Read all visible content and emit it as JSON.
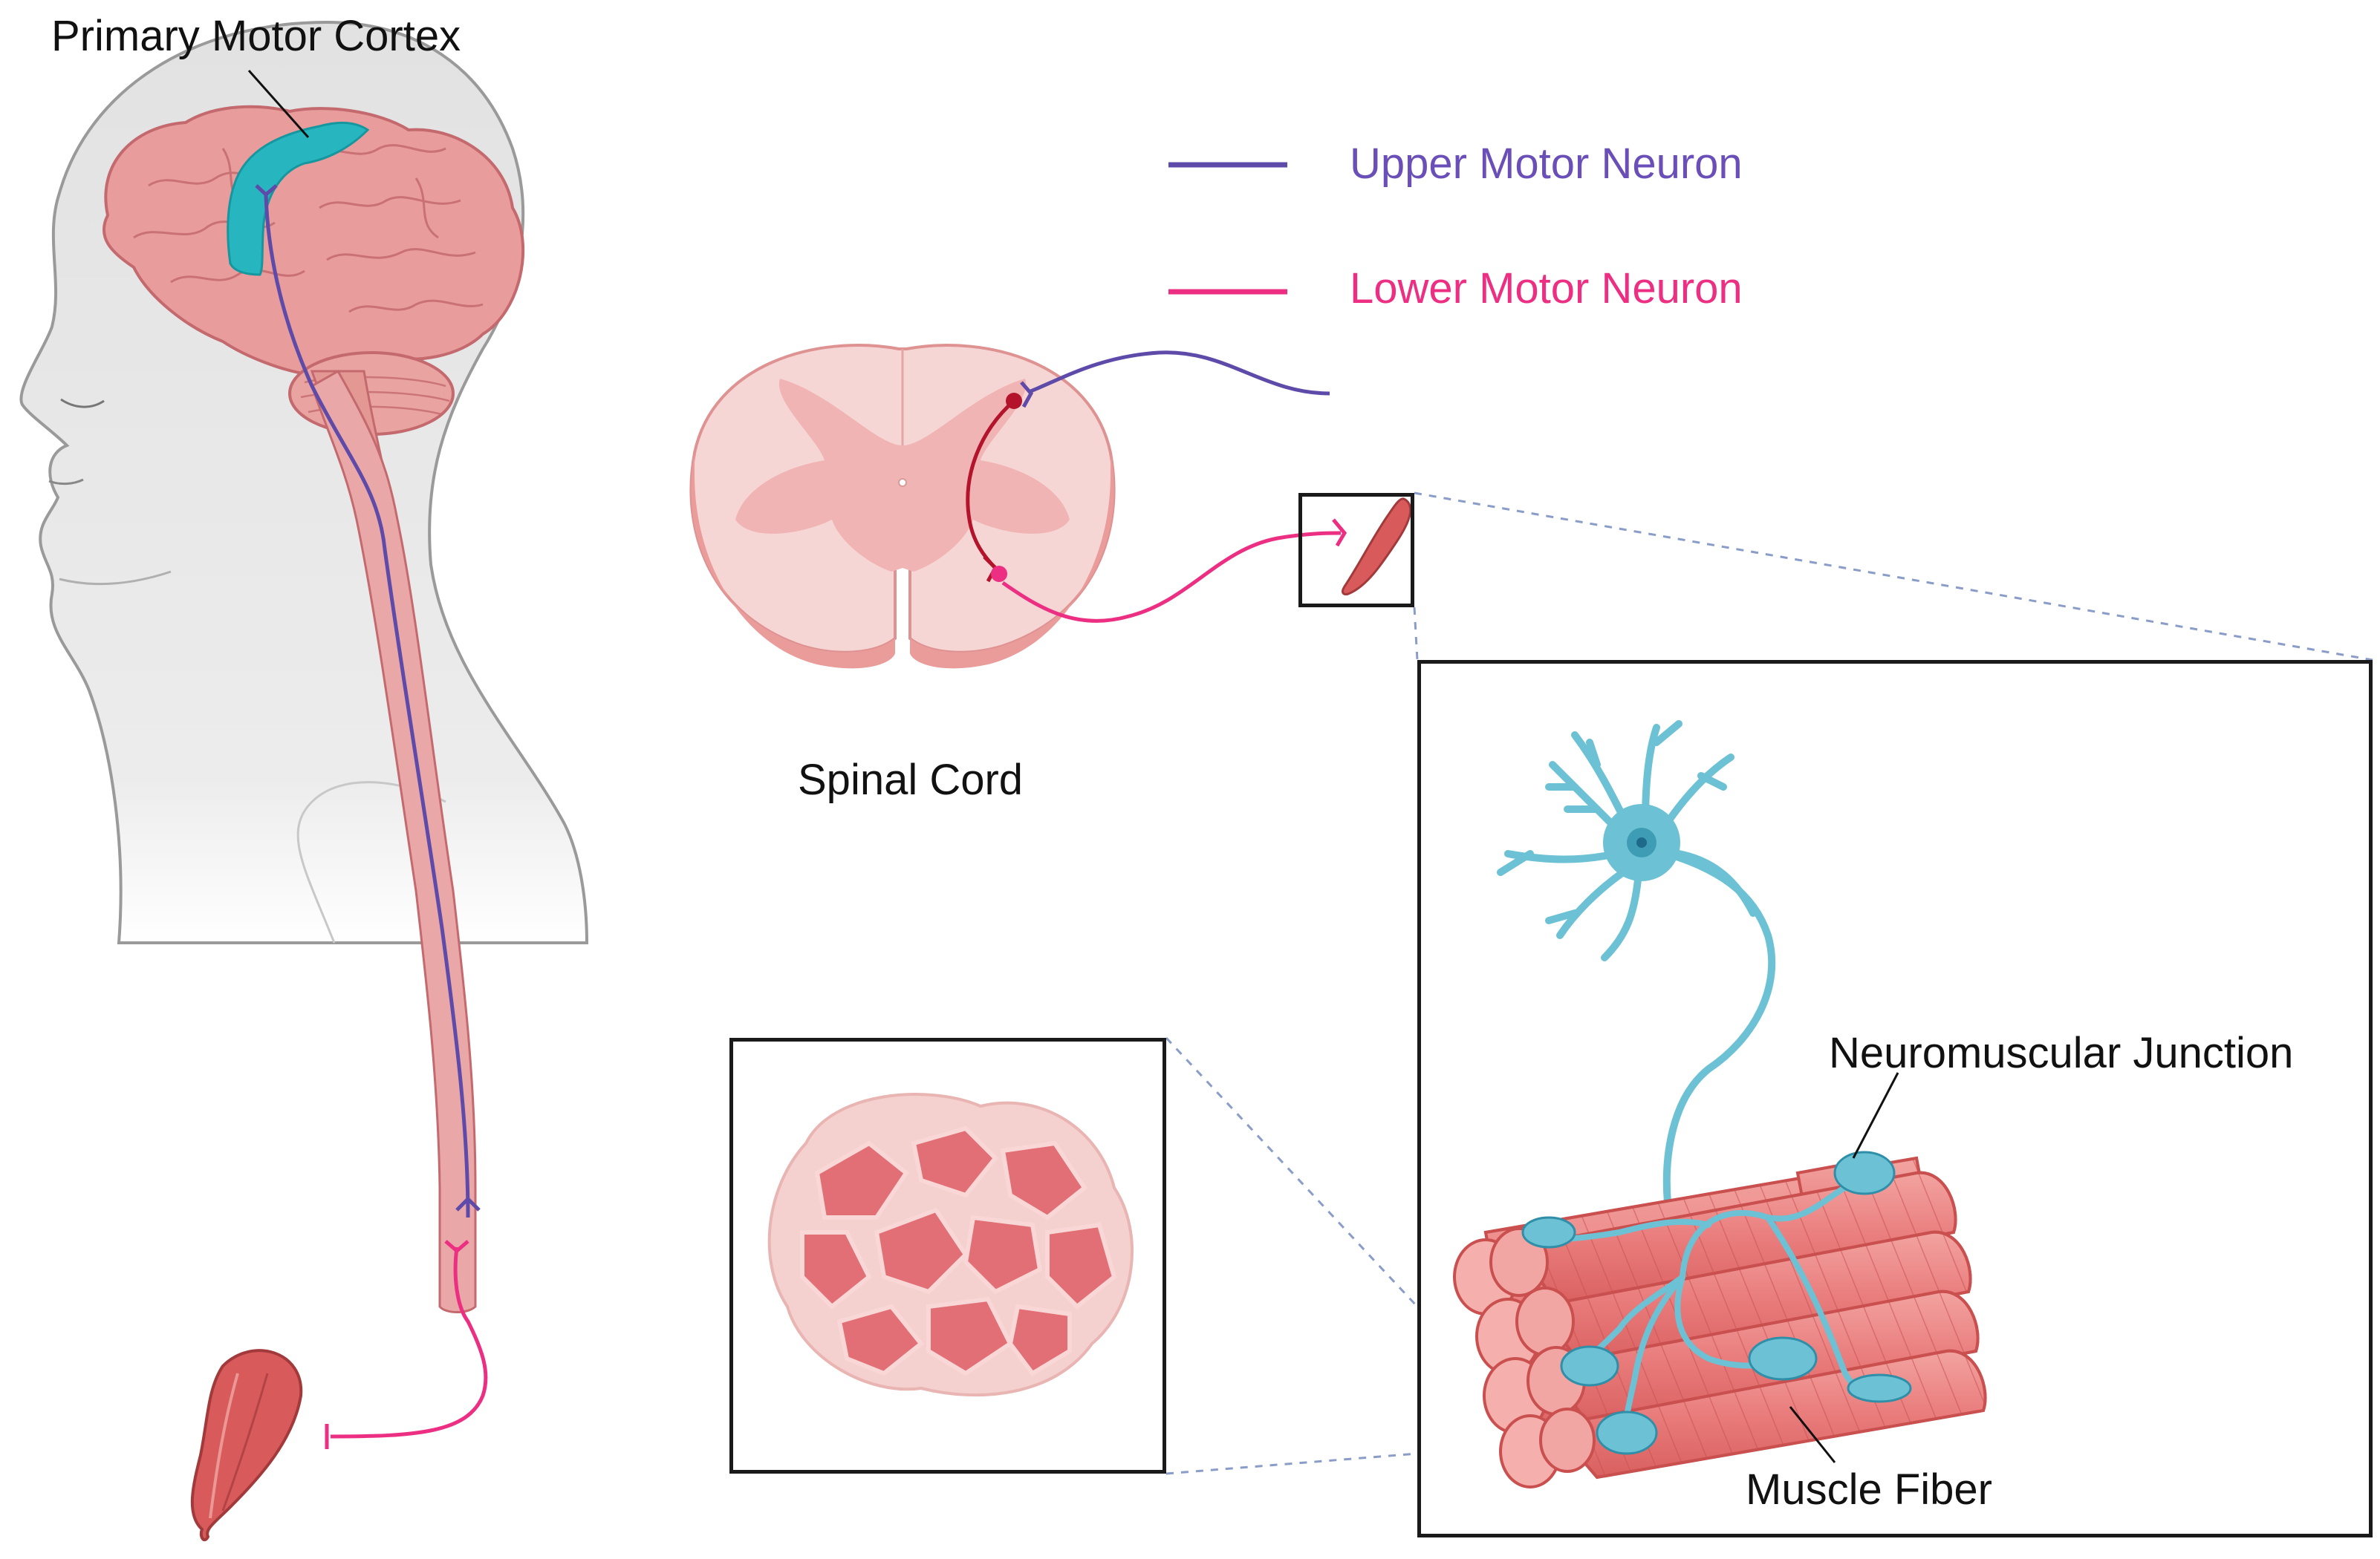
{
  "labels": {
    "primary_motor_cortex": "Primary Motor Cortex",
    "spinal_cord": "Spinal Cord",
    "neuromuscular_junction": "Neuromuscular Junction",
    "muscle_fiber": "Muscle Fiber"
  },
  "legend": {
    "items": [
      {
        "label": "Upper Motor Neuron",
        "color": "#5e4aa8"
      },
      {
        "label": "Lower Motor Neuron",
        "color": "#ec2f82"
      }
    ]
  },
  "colors": {
    "upper_motor_neuron": "#5e4aa8",
    "lower_motor_neuron": "#ec2f82",
    "interneuron": "#b3142b",
    "motor_cortex": "#27b6bf",
    "brain": "#e69a9a",
    "muscle": "#e8767a",
    "neuron_cell": "#6cc2d4",
    "head_silhouette": "#e6e6e6",
    "connector_dashes": "#8a9cc8"
  }
}
